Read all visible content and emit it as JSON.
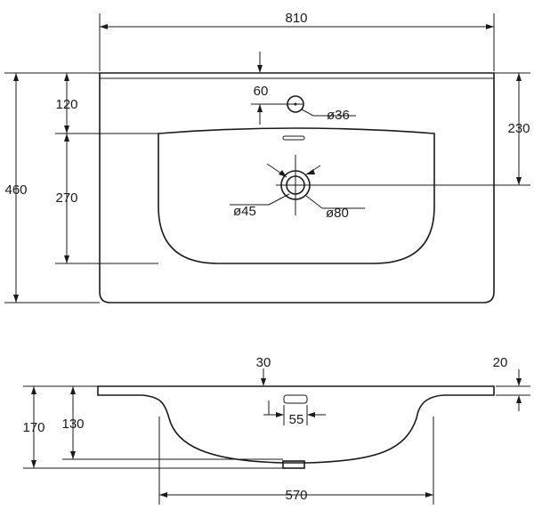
{
  "dimensions": {
    "width_total": "810",
    "tap_hole_offset": "60",
    "top_to_basin": "120",
    "tap_hole_diameter": "ø36",
    "overflow_offset": "230",
    "total_depth": "460",
    "basin_depth": "270",
    "drain_diameter": "ø45",
    "drain_outer_diameter": "ø80",
    "rim_thickness": "30",
    "edge_thickness": "20",
    "total_height": "170",
    "basin_height": "130",
    "overflow_slot_width": "55",
    "basin_width": "570"
  }
}
